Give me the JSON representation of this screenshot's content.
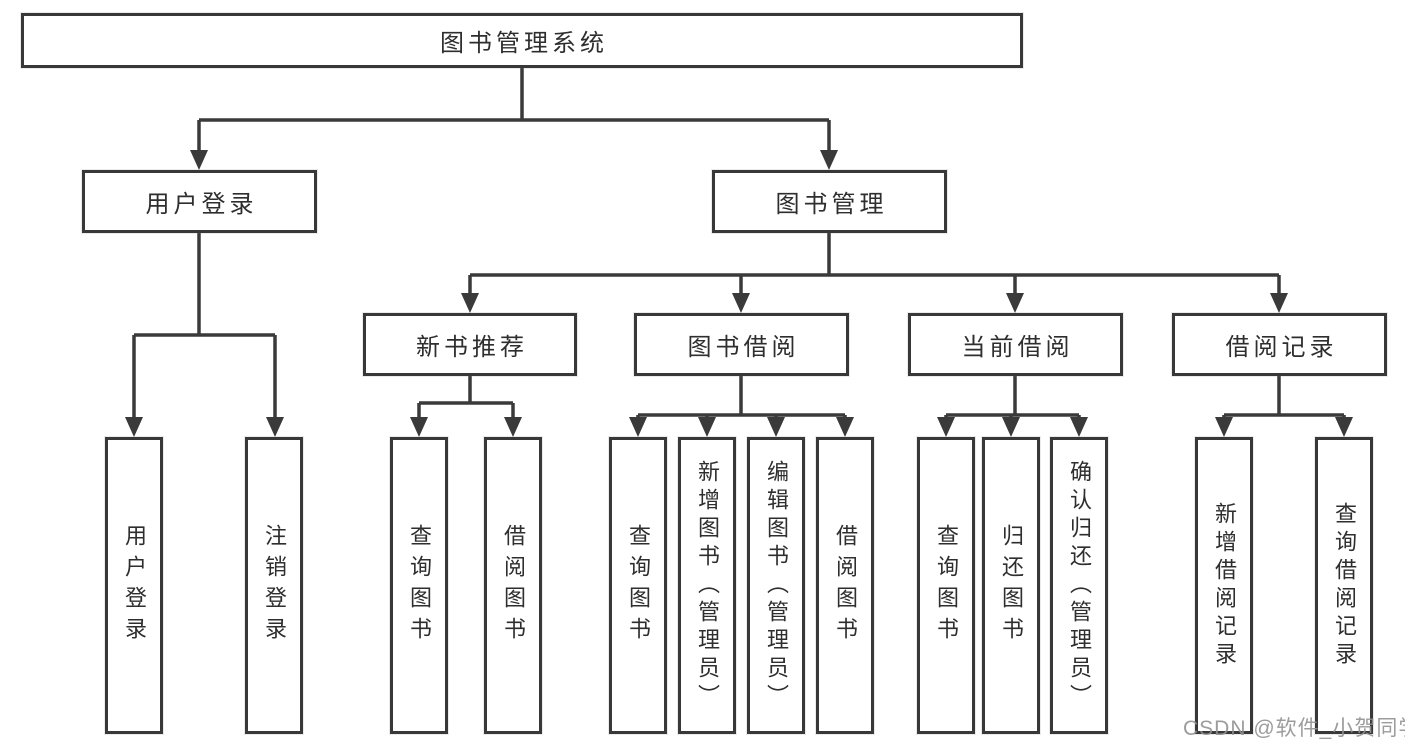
{
  "diagram": {
    "title": "图书管理系统",
    "colors": {
      "line": "#3a3a3a",
      "border": "#383838",
      "text": "#2e2e2e",
      "watermark": "#919191"
    },
    "nodes": {
      "root": "图书管理系统",
      "level2": [
        "用户登录",
        "图书管理"
      ],
      "level3": [
        "新书推荐",
        "图书借阅",
        "当前借阅",
        "借阅记录"
      ],
      "leaves": {
        "login": [
          "用户登录",
          "注销登录"
        ],
        "recommend": [
          "查询图书",
          "借阅图书"
        ],
        "borrow": [
          "查询图书",
          "新增图书（管理员）",
          "编辑图书（管理员）",
          "借阅图书"
        ],
        "current": [
          "查询图书",
          "归还图书",
          "确认归还（管理员）"
        ],
        "records": [
          "新增借阅记录",
          "查询借阅记录"
        ]
      }
    }
  },
  "watermark": {
    "text": "CSDN @软件_小贺同学"
  }
}
